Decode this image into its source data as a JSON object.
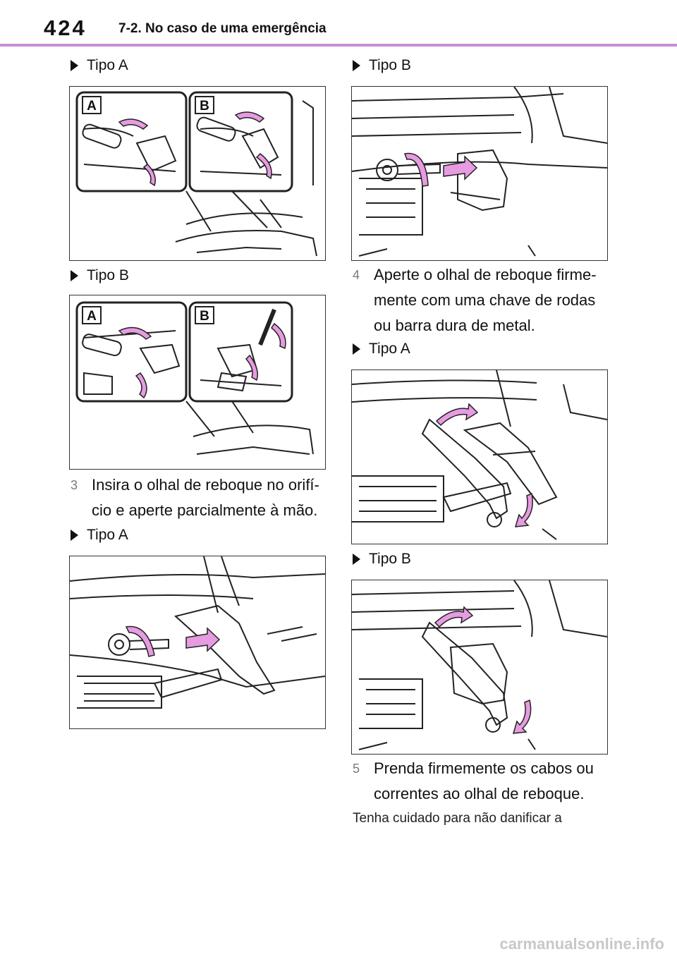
{
  "header": {
    "page_number": "424",
    "section_title": "7-2. No caso de uma emergência",
    "accent_color": "#c78fd8"
  },
  "left": {
    "label_1": "Tipo A",
    "label_2": "Tipo B",
    "step_3": {
      "number": "3",
      "text": "Insira o olhal de reboque no orifí­cio e aperte parcialmente à mão."
    },
    "label_3": "Tipo A"
  },
  "right": {
    "label_1": "Tipo B",
    "step_4": {
      "number": "4",
      "text": "Aperte o olhal de reboque firme­mente com uma chave de rodas ou barra dura de metal."
    },
    "label_2": "Tipo A",
    "label_3": "Tipo B",
    "step_5": {
      "number": "5",
      "text": "Prenda firmemente os cabos ou correntes ao olhal de reboque."
    },
    "note": "Tenha cuidado para não danificar a"
  },
  "figure_labels": {
    "a": "A",
    "b": "B"
  },
  "watermark": "carmanualsonline.info",
  "arrow_color": "#e79be0"
}
